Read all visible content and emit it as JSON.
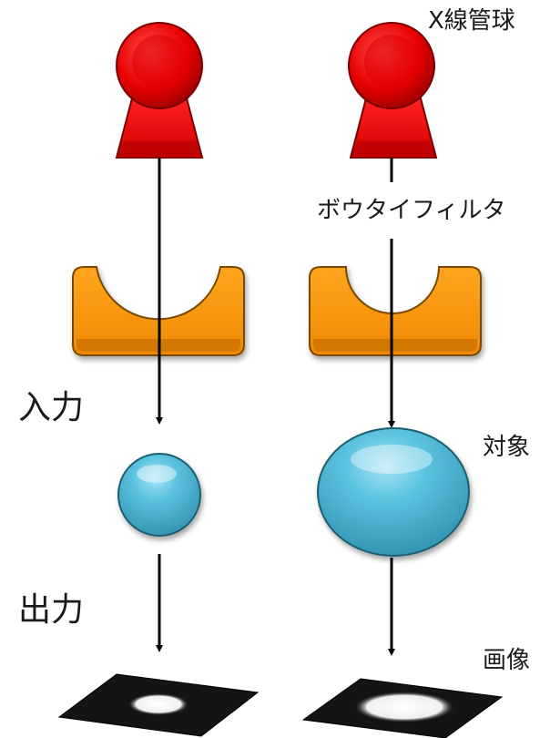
{
  "labels": {
    "xray_tube": "X線管球",
    "bowtie_filter": "ボウタイフィルタ",
    "object": "対象",
    "image": "画像",
    "input": "入力",
    "output": "出力"
  },
  "colors": {
    "tube_red": "#e60000",
    "filter_orange": "#ff9900",
    "object_blue": "#4db8d6",
    "detector_black": "#111111",
    "arrow": "#000000"
  }
}
